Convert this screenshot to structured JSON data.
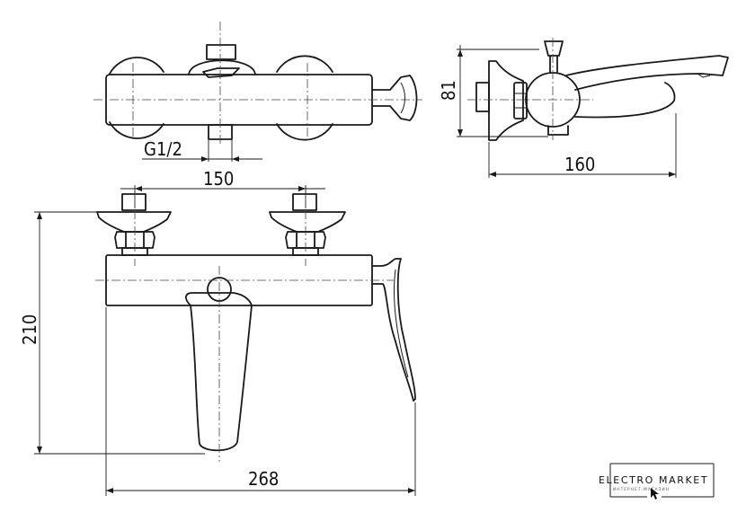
{
  "dimensions": {
    "thread": "G1/2",
    "centers": "150",
    "side_height": "81",
    "side_depth": "160",
    "total_height": "210",
    "total_width": "268"
  },
  "logo": {
    "title": "ELECTRO MARKET",
    "subtitle": "ИНТЕРНЕТ-МАГАЗИН"
  }
}
